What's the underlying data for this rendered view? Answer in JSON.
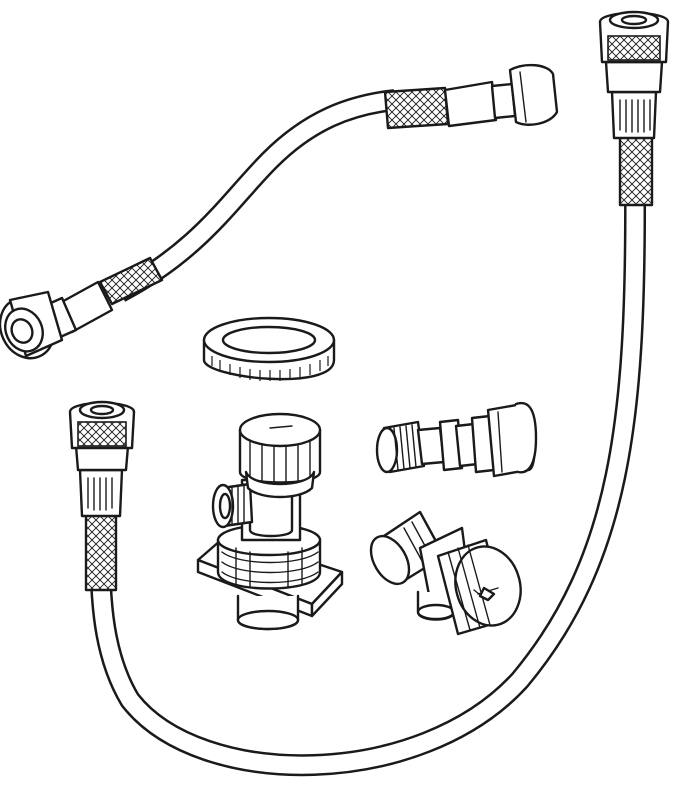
{
  "figure": {
    "background": "#ffffff",
    "ink_color": "#1a1a1a",
    "parts": [
      "flexible-hose-short",
      "flexible-hose-long",
      "lock-nut",
      "angle-valve",
      "connector-nipple",
      "angle-stop-valve"
    ]
  }
}
